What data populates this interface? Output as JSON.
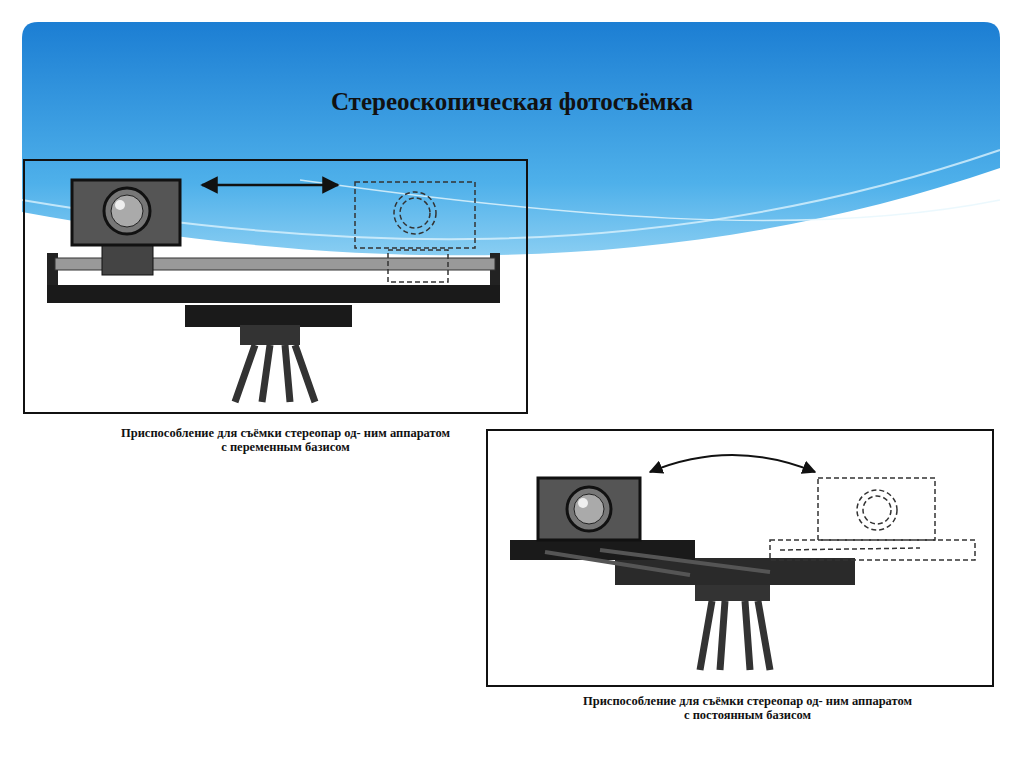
{
  "diagram": {
    "title": "Стереоскопическая фотосъёмка",
    "labels": [
      "Приспособление для съёмки стереопар од- ним аппаратом с переменным базисом",
      "Приспособление для съёмки стереопар од- ним аппаратом с постоянным базисом"
    ]
  }
}
